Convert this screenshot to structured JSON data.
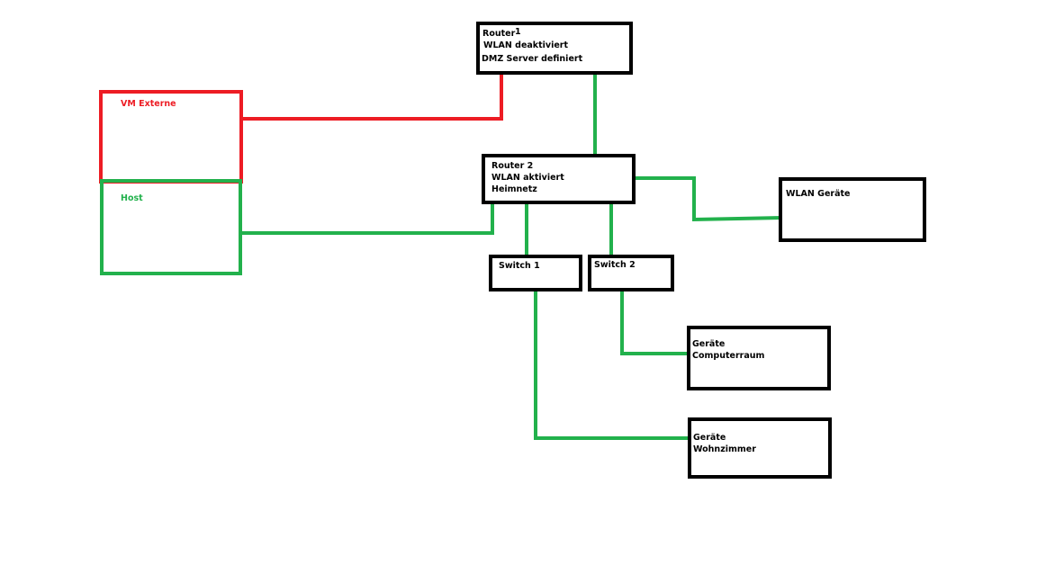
{
  "colors": {
    "background": "#ffffff",
    "box_border": "#000000",
    "link_green": "#22b14c",
    "link_red": "#ed1c24",
    "text_default": "#000000",
    "text_red": "#ed1c24",
    "text_green": "#22b14c"
  },
  "nodes": {
    "router1": {
      "title": "Router",
      "number": "1",
      "line2": "WLAN deaktiviert",
      "line3": "DMZ Server definiert"
    },
    "vm_externe": {
      "label": "VM Externe"
    },
    "host": {
      "label": "Host"
    },
    "router2": {
      "line1": "Router 2",
      "line2": "WLAN aktiviert",
      "line3": "Heimnetz"
    },
    "wlan_geraete": {
      "label": "WLAN Geräte"
    },
    "switch1": {
      "label": "Switch 1"
    },
    "switch2": {
      "label": "Switch 2"
    },
    "computerraum": {
      "line1": "Geräte",
      "line2": "Computerraum"
    },
    "wohnzimmer": {
      "line1": "Geräte",
      "line2": "Wohnzimmer"
    }
  }
}
